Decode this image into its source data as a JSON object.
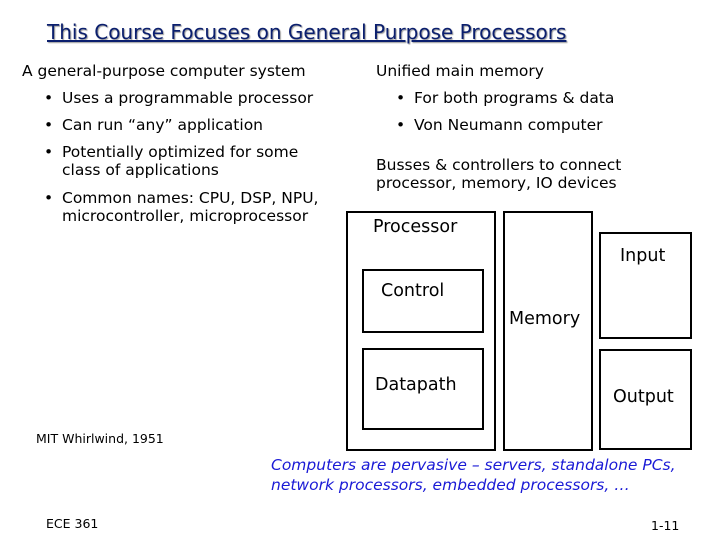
{
  "slide": {
    "title": "This Course Focuses on General Purpose Processors",
    "left_heading": "A general-purpose computer system",
    "left_bullets": [
      "Uses a programmable processor",
      "Can run “any” application",
      "Potentially optimized for some\nclass of applications",
      "Common names: CPU, DSP, NPU,\nmicrocontroller, microprocessor"
    ],
    "right_heading": "Unified main memory",
    "right_bullets": [
      "For both programs & data",
      "Von Neumann computer"
    ],
    "bus_text": "Busses & controllers to connect\nprocessor, memory, IO devices",
    "diagram": {
      "processor": "Processor",
      "control": "Control",
      "datapath": "Datapath",
      "memory": "Memory",
      "input": "Input",
      "output": "Output"
    },
    "caption": "MIT Whirlwind, 1951",
    "pervasive": "Computers are pervasive – servers, standalone PCs,\nnetwork processors, embedded processors, …",
    "footer_left": "ECE 361",
    "page_number": "1-11"
  },
  "colors": {
    "title": "#0b1f6e",
    "highlight": "#1a1ad6"
  }
}
